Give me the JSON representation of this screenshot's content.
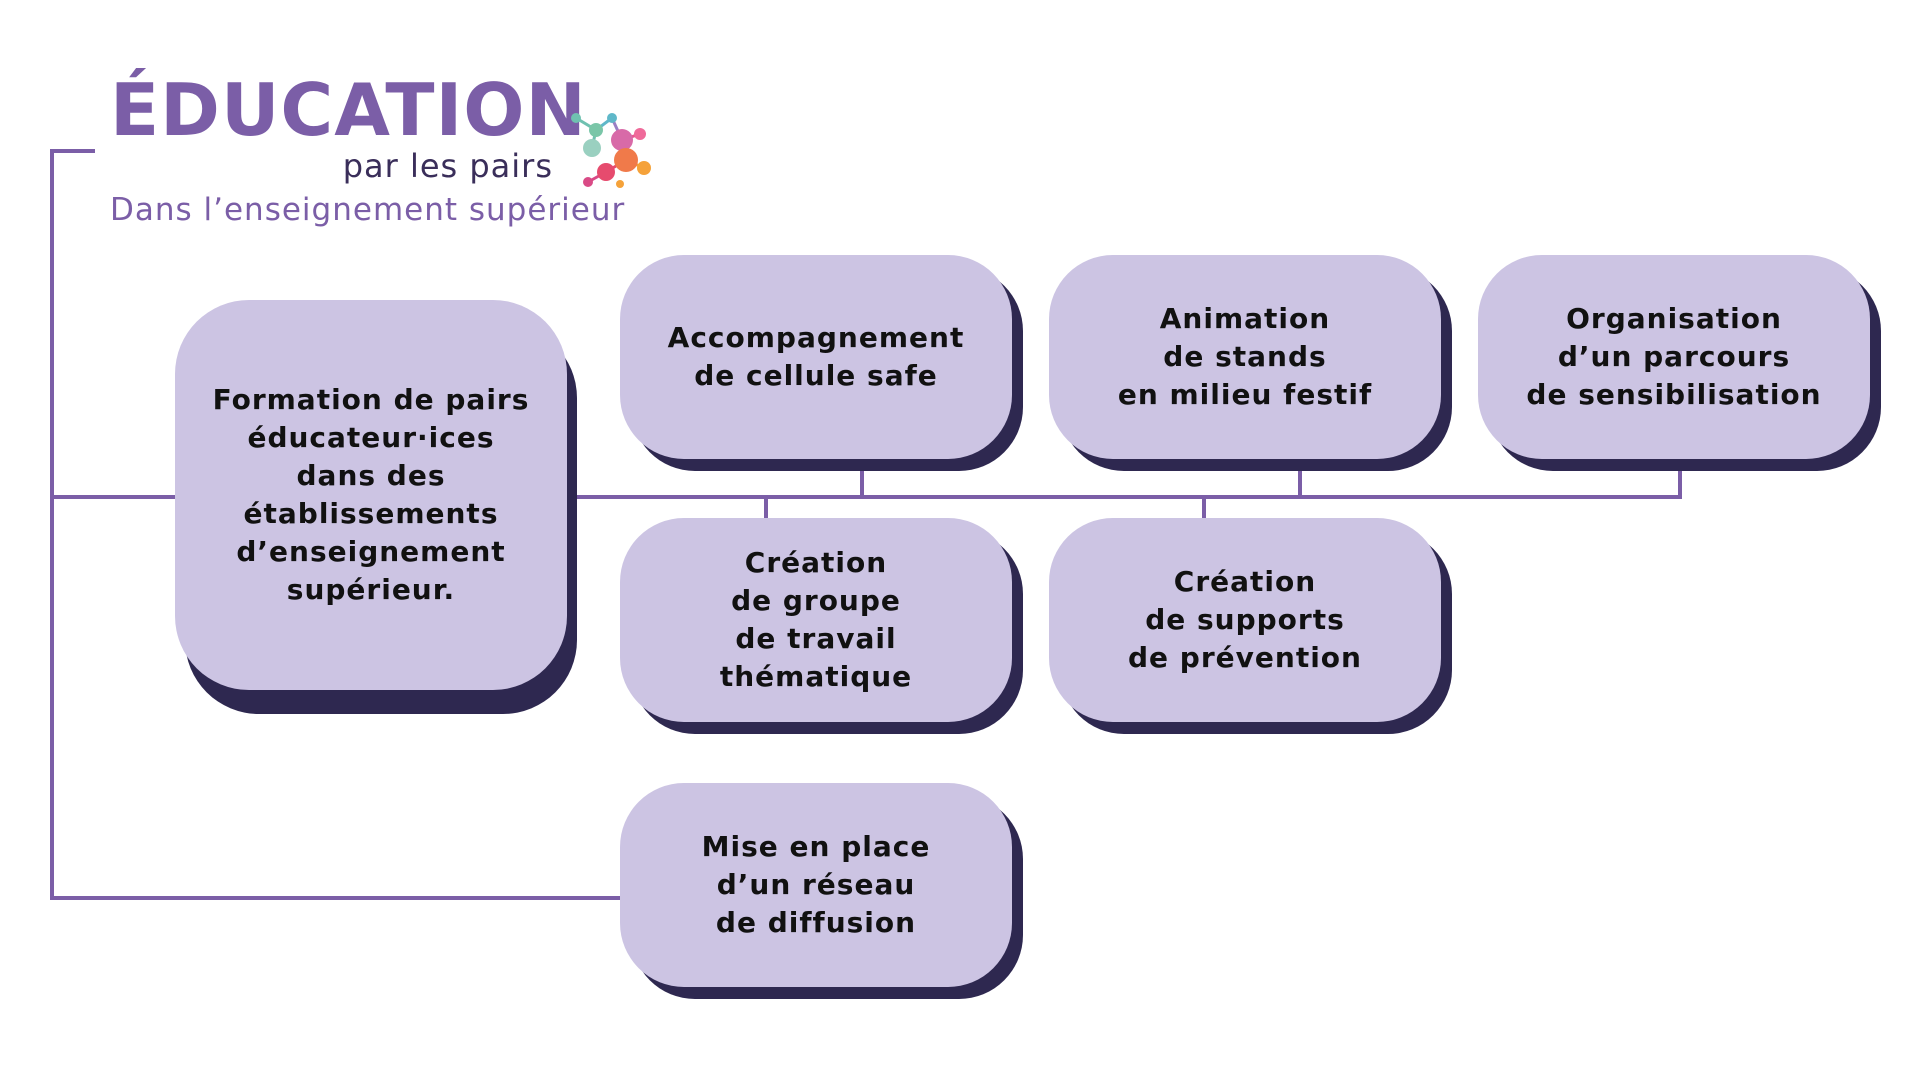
{
  "logo": {
    "title": "ÉDUCATION",
    "subtitle": "par les pairs",
    "tagline": "Dans l’enseignement supérieur",
    "mark_icon": "molecule-network-icon"
  },
  "nodes": {
    "formation": "Formation de pairs\néducateur·ices\ndans des\nétablissements\nd’enseignement\nsupérieur.",
    "cellule": "Accompagnement\nde cellule safe",
    "stands": "Animation\nde stands\nen milieu festif",
    "parcours": "Organisation\nd’un parcours\nde sensibilisation",
    "groupe": "Création\nde groupe\nde travail\nthématique",
    "supports": "Création\nde supports\nde prévention",
    "reseau": "Mise en place\nd’un réseau\nde diffusion"
  },
  "colors": {
    "accent": "#7b5ea7",
    "node_fill": "#ccc4e3",
    "node_shadow": "#2e2850",
    "connector": "#7b5ea7"
  }
}
